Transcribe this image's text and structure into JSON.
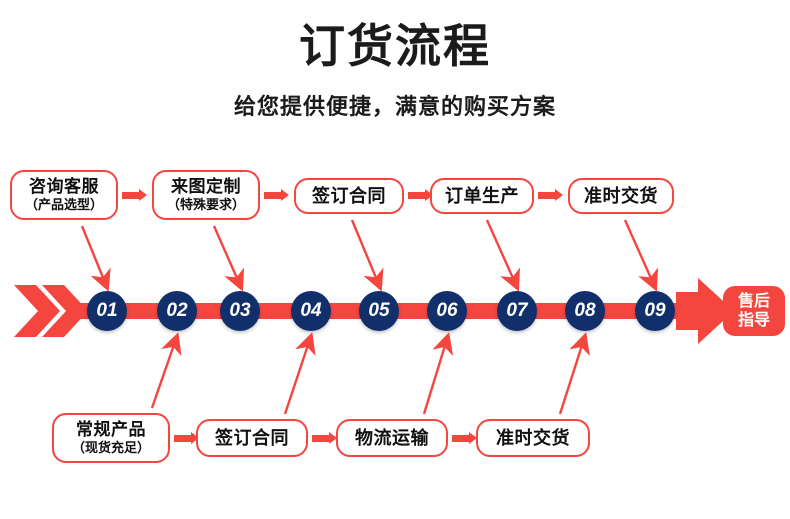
{
  "header": {
    "title": "订货流程",
    "subtitle": "给您提供便捷，满意的购买方案"
  },
  "colors": {
    "red": "#f4453f",
    "navy": "#11306b",
    "text": "#1b1b1b",
    "background": "#ffffff"
  },
  "top_row": [
    {
      "line1": "咨询客服",
      "line2": "（产品选型）",
      "target": "01"
    },
    {
      "line1": "来图定制",
      "line2": "（特殊要求）",
      "target": "03"
    },
    {
      "line1": "签订合同",
      "line2": "",
      "target": "05"
    },
    {
      "line1": "订单生产",
      "line2": "",
      "target": "07"
    },
    {
      "line1": "准时交货",
      "line2": "",
      "target": "09"
    }
  ],
  "bottom_row": [
    {
      "line1": "常规产品",
      "line2": "（现货充足）",
      "target": "02"
    },
    {
      "line1": "签订合同",
      "line2": "",
      "target": "04"
    },
    {
      "line1": "物流运输",
      "line2": "",
      "target": "06"
    },
    {
      "line1": "准时交货",
      "line2": "",
      "target": "08"
    }
  ],
  "steps": [
    {
      "number": "01"
    },
    {
      "number": "02"
    },
    {
      "number": "03"
    },
    {
      "number": "04"
    },
    {
      "number": "05"
    },
    {
      "number": "06"
    },
    {
      "number": "07"
    },
    {
      "number": "08"
    },
    {
      "number": "09"
    }
  ],
  "end_badge": {
    "line1": "售后",
    "line2": "指导"
  },
  "icons": {
    "chevron_right": "double-chevron-right-icon",
    "arrow_right": "arrow-right-icon",
    "arrow_tip": "arrow-head-right-icon"
  }
}
